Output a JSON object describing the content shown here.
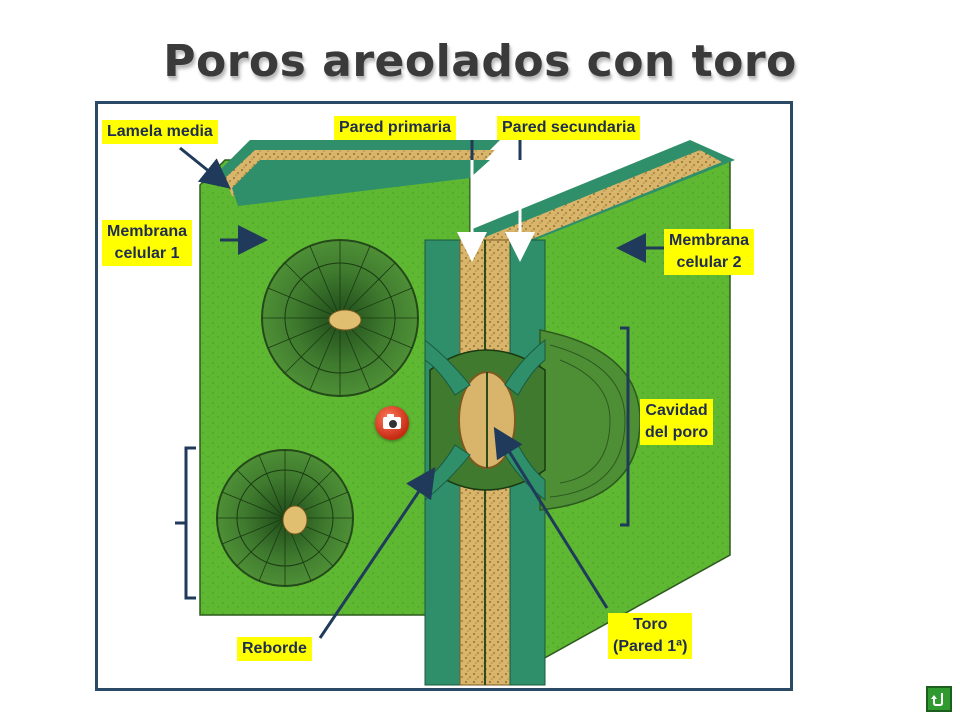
{
  "title": "Poros areolados con toro",
  "labels": {
    "lamela_media": "Lamela media",
    "pared_primaria": "Pared primaria",
    "pared_secundaria": "Pared secundaria",
    "membrana_1": "Membrana\ncelular 1",
    "membrana_2": "Membrana\ncelular 2",
    "cavidad": "Cavidad\ndel poro",
    "toro": "Toro\n(Pared 1ª)",
    "reborde": "Reborde"
  },
  "colors": {
    "label_bg": "#ffff00",
    "label_text": "#1f2d50",
    "cell_green": "#5fb832",
    "wall_teal": "#2f8f6a",
    "lamella_tan": "#d8b56a",
    "arrow": "#1f3a5a",
    "frame": "#2b4a66"
  },
  "icons": {
    "camera": "camera-icon",
    "back": "return-arrow-icon"
  }
}
